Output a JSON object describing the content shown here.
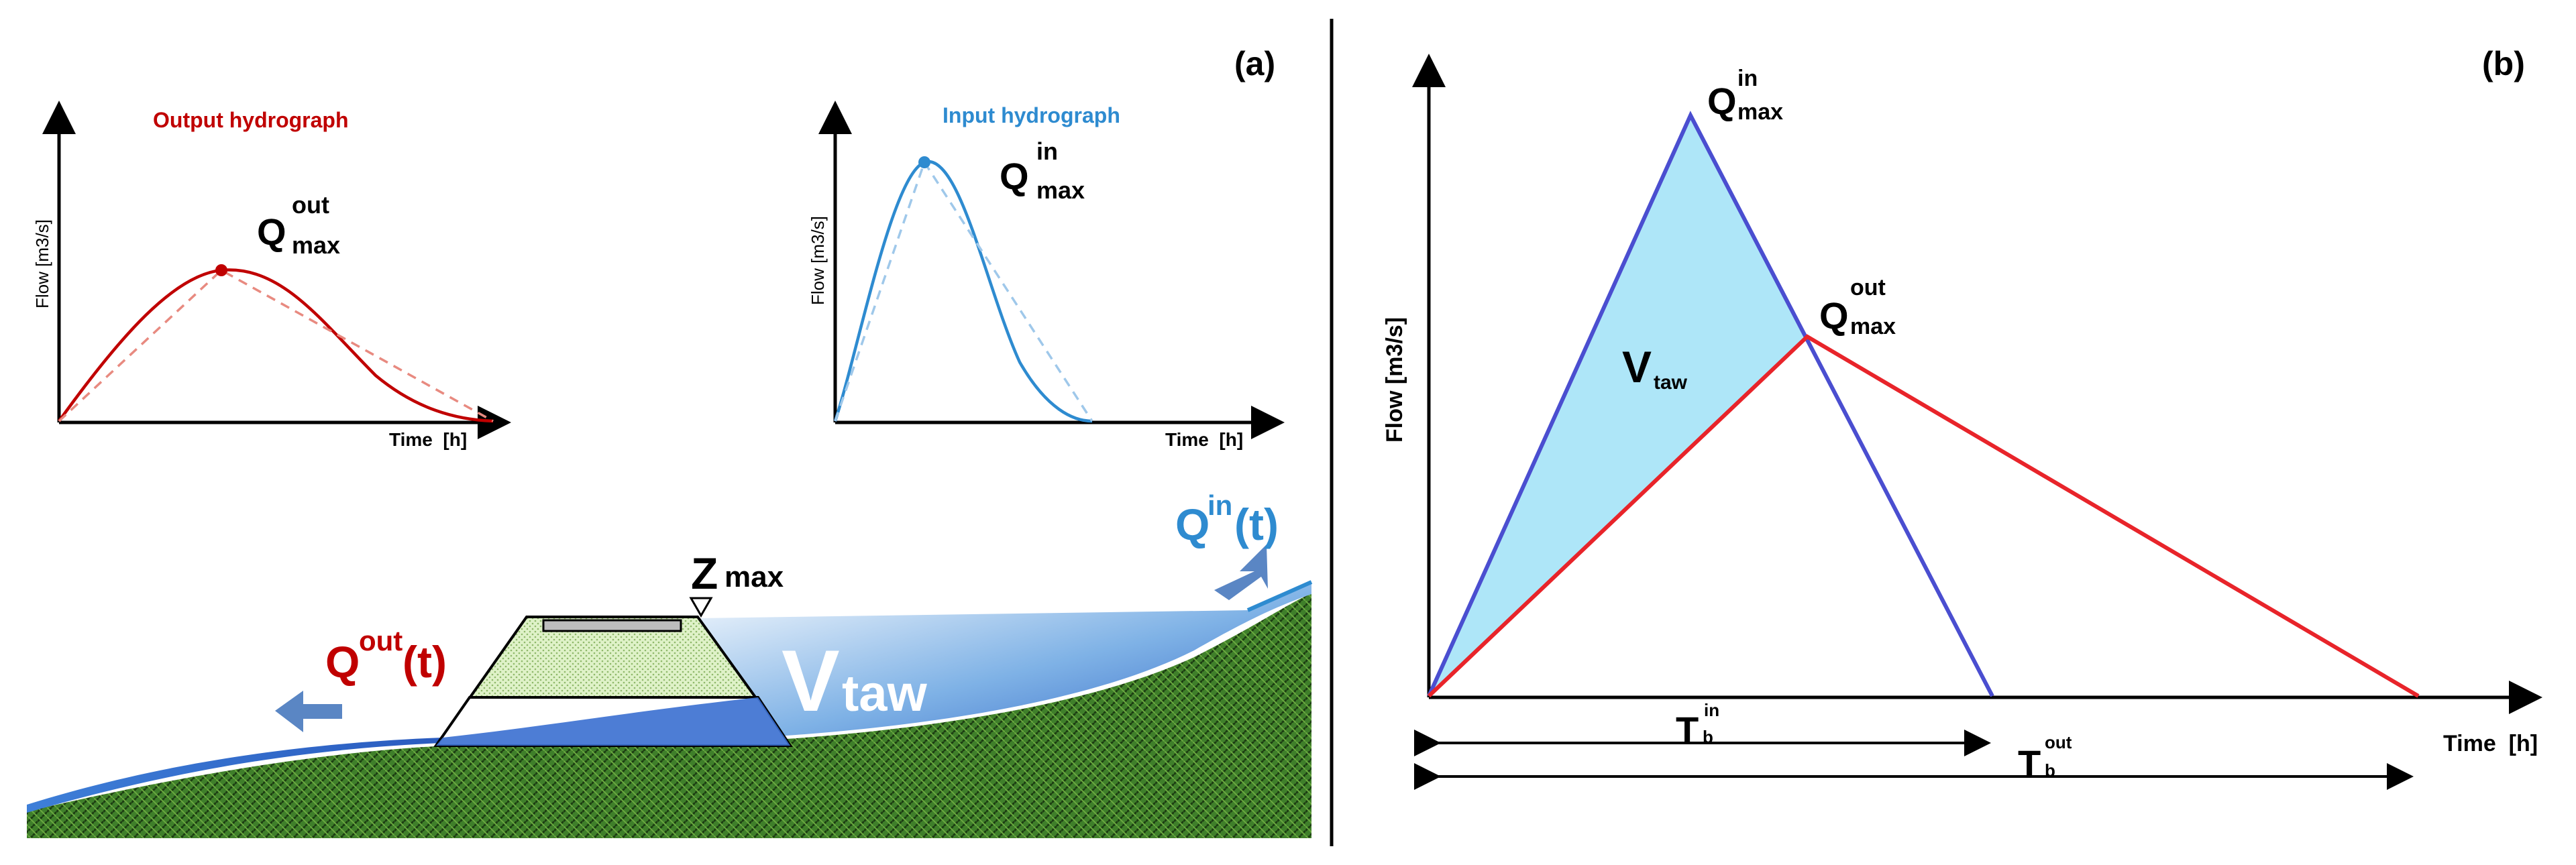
{
  "panel_a": {
    "label": "(a)",
    "output_hydrograph": {
      "title": "Output hydrograph",
      "ylabel": "Flow [m3/s]",
      "xlabel": "Time  [h]",
      "peak_main": "Q",
      "peak_sup": "out",
      "peak_sub": "max",
      "color": "#c00000"
    },
    "input_hydrograph": {
      "title": "Input hydrograph",
      "ylabel": "Flow [m3/s]",
      "xlabel": "Time  [h]",
      "peak_main": "Q",
      "peak_sup": "in",
      "peak_sub": "max",
      "color": "#2e8bd0"
    },
    "dam_scene": {
      "q_in_main": "Q",
      "q_in_sup": "in",
      "q_in_tail": "(t)",
      "q_out_main": "Q",
      "q_out_sup": "out",
      "q_out_tail": "(t)",
      "z_main": "Z",
      "z_sub": "max",
      "v_main": "V",
      "v_sub": "taw"
    }
  },
  "panel_b": {
    "label": "(b)",
    "ylabel": "Flow [m3/s]",
    "xlabel": "Time  [h]",
    "q_in_main": "Q",
    "q_in_sup": "in",
    "q_in_sub": "max",
    "q_out_main": "Q",
    "q_out_sup": "out",
    "q_out_sub": "max",
    "v_main": "V",
    "v_sub": "taw",
    "tb_in_main": "T",
    "tb_in_sub": "b",
    "tb_in_sup": "in",
    "tb_out_main": "T",
    "tb_out_sub": "b",
    "tb_out_sup": "out",
    "input_color": "#4a4ed0",
    "output_color": "#e8242a",
    "fill_color": "#aee6f8"
  }
}
